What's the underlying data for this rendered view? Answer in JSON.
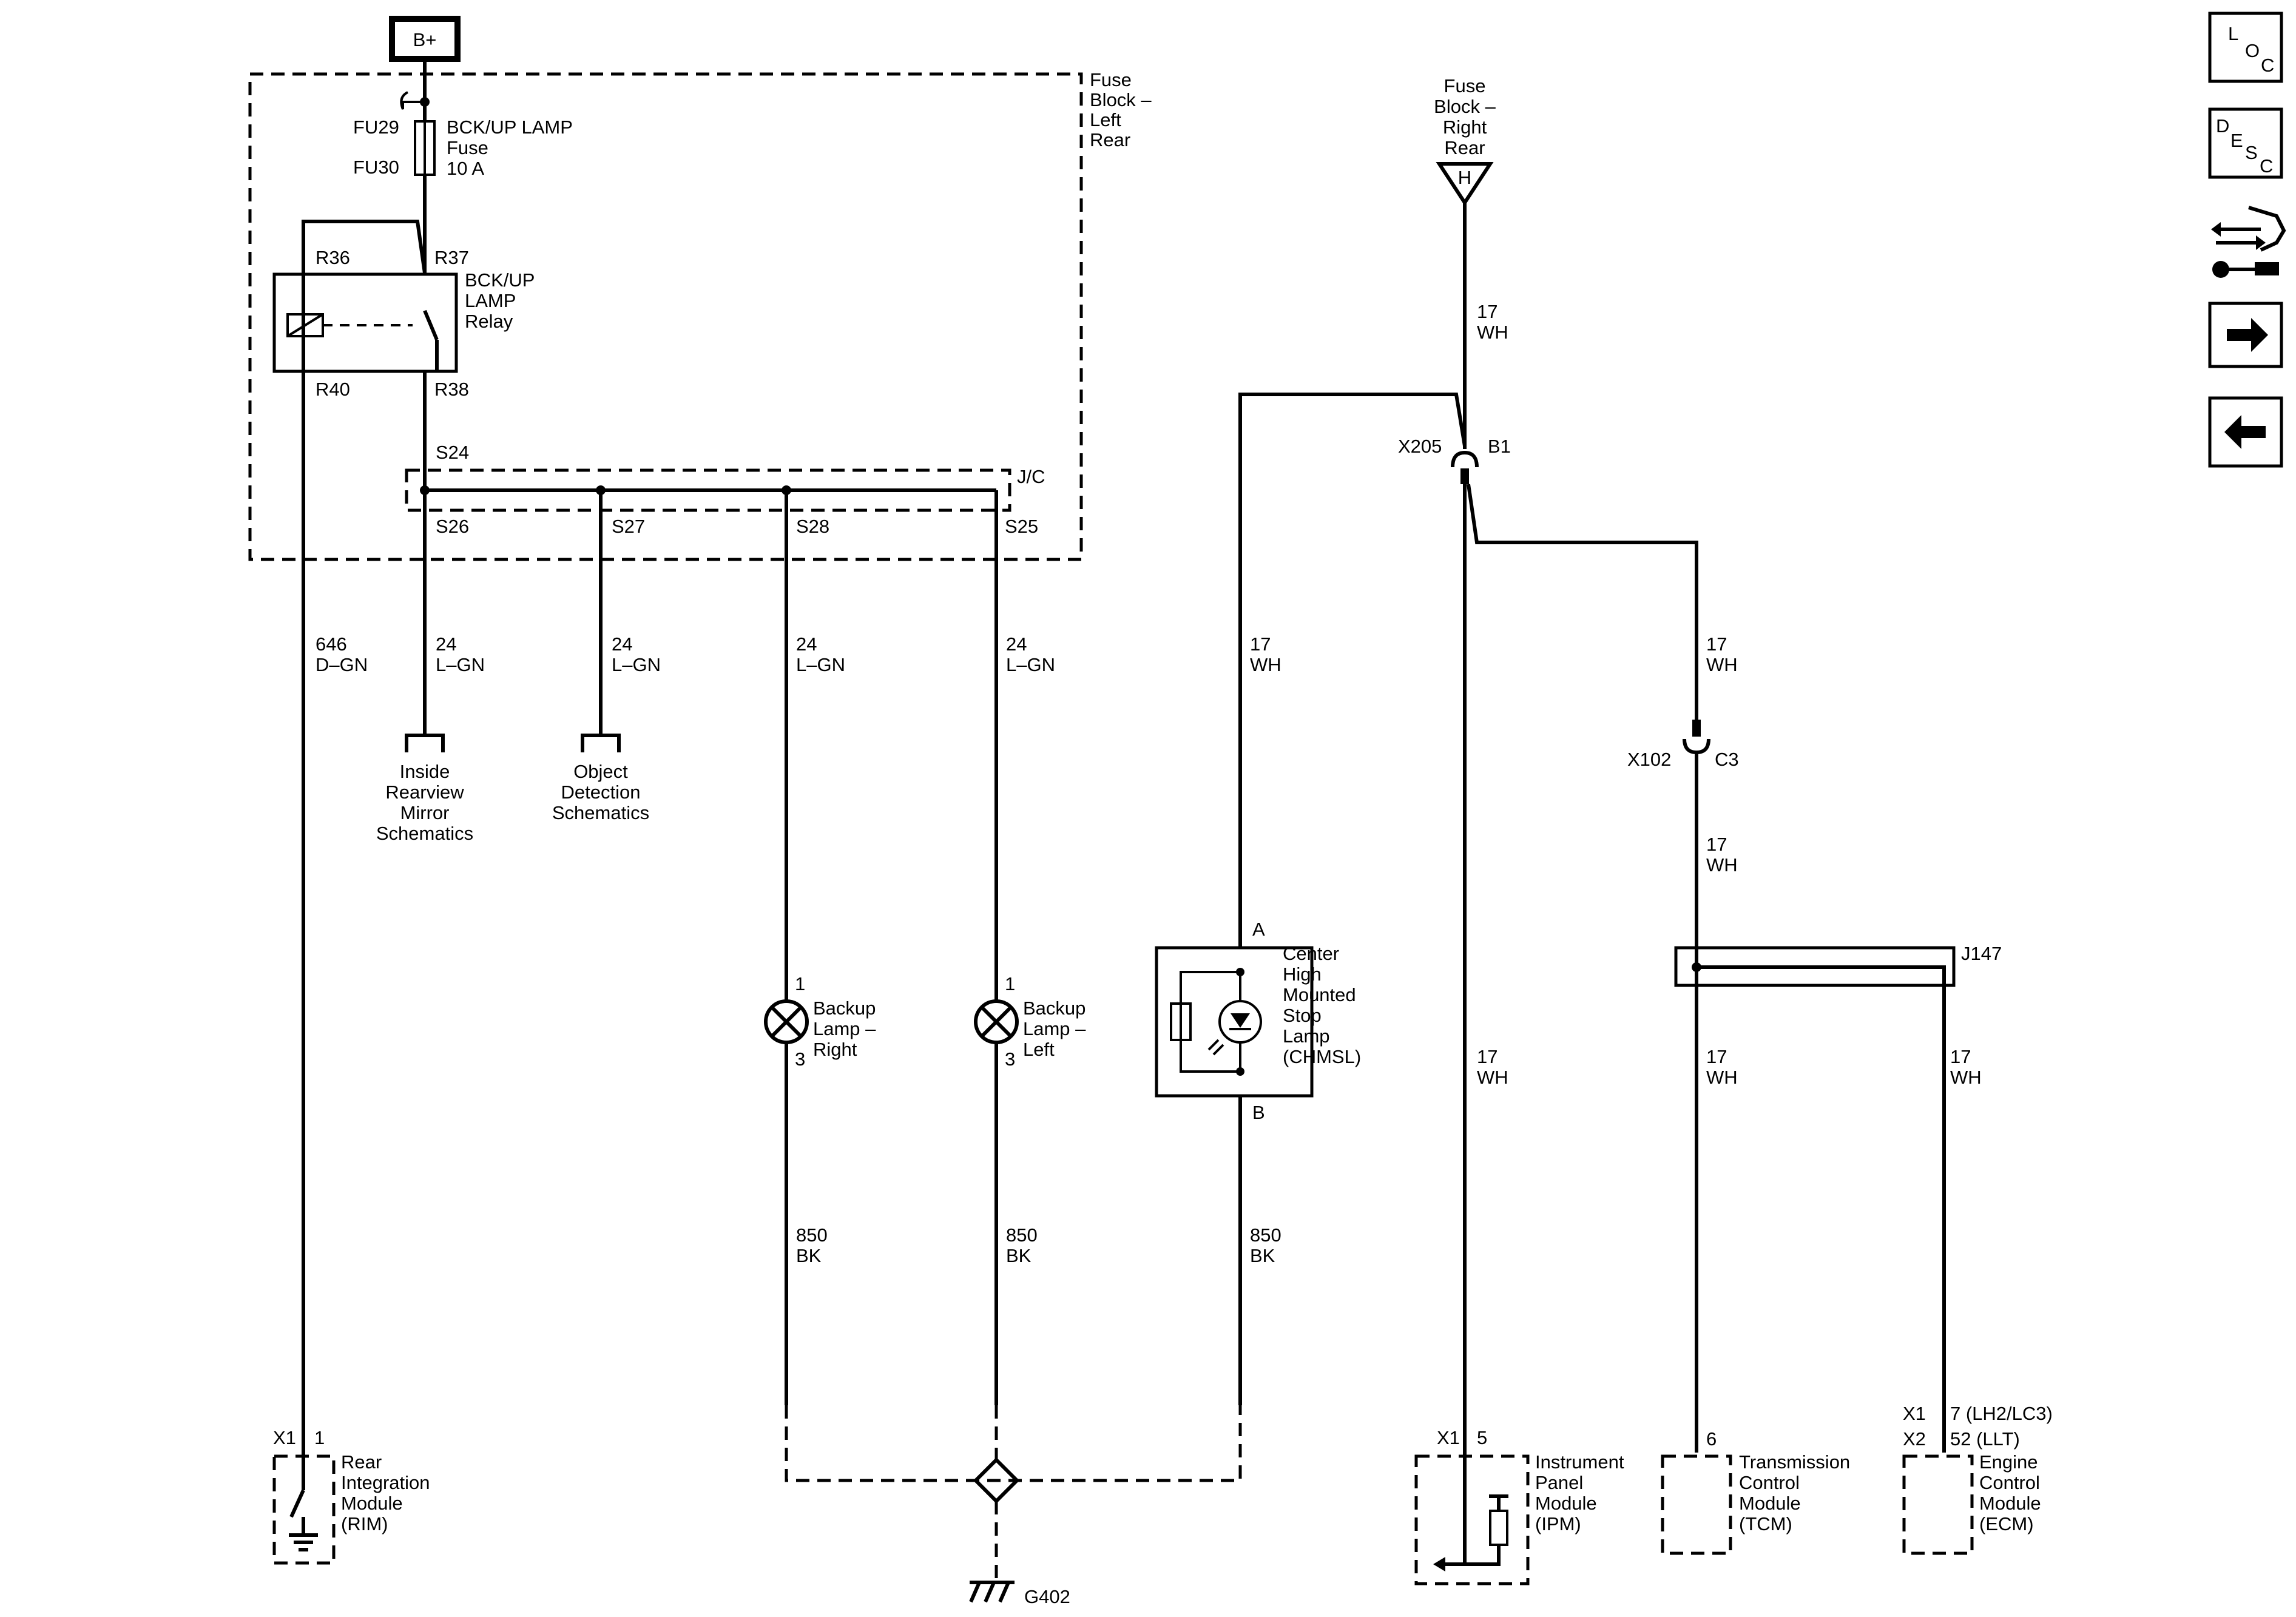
{
  "power": {
    "label": "B+"
  },
  "fuse_block_left": {
    "l1": "Fuse",
    "l2": "Block –",
    "l3": "Left",
    "l4": "Rear"
  },
  "fuse": {
    "fu29": "FU29",
    "fu30": "FU30",
    "l1": "BCK/UP LAMP",
    "l2": "Fuse",
    "l3": "10 A"
  },
  "relay": {
    "r36": "R36",
    "r37": "R37",
    "r40": "R40",
    "r38": "R38",
    "l1": "BCK/UP",
    "l2": "LAMP",
    "l3": "Relay"
  },
  "splice": {
    "s24": "S24",
    "jc": "J/C",
    "s26": "S26",
    "s27": "S27",
    "s28": "S28",
    "s25": "S25"
  },
  "wires": {
    "w646": {
      "num": "646",
      "color": "D–GN"
    },
    "w24a": {
      "num": "24",
      "color": "L–GN"
    },
    "w24b": {
      "num": "24",
      "color": "L–GN"
    },
    "w24c": {
      "num": "24",
      "color": "L–GN"
    },
    "w24d": {
      "num": "24",
      "color": "L–GN"
    },
    "w17a": {
      "num": "17",
      "color": "WH"
    },
    "w17top": {
      "num": "17",
      "color": "WH"
    },
    "w17b": {
      "num": "17",
      "color": "WH"
    },
    "w17c": {
      "num": "17",
      "color": "WH"
    },
    "w17d": {
      "num": "17",
      "color": "WH"
    },
    "w17e": {
      "num": "17",
      "color": "WH"
    },
    "w17f": {
      "num": "17",
      "color": "WH"
    },
    "w850a": {
      "num": "850",
      "color": "BK"
    },
    "w850b": {
      "num": "850",
      "color": "BK"
    },
    "w850c": {
      "num": "850",
      "color": "BK"
    }
  },
  "refs": {
    "mirror": {
      "l1": "Inside",
      "l2": "Rearview",
      "l3": "Mirror",
      "l4": "Schematics"
    },
    "object": {
      "l1": "Object",
      "l2": "Detection",
      "l3": "Schematics"
    }
  },
  "lamp_right": {
    "pin1": "1",
    "pin3": "3",
    "l1": "Backup",
    "l2": "Lamp –",
    "l3": "Right"
  },
  "lamp_left": {
    "pin1": "1",
    "pin3": "3",
    "l1": "Backup",
    "l2": "Lamp –",
    "l3": "Left"
  },
  "chmsl": {
    "pinA": "A",
    "pinB": "B",
    "l1": "Center",
    "l2": "High",
    "l3": "Mounted",
    "l4": "Stop",
    "l5": "Lamp",
    "l6": "(CHMSL)"
  },
  "fuse_block_right": {
    "l1": "Fuse",
    "l2": "Block –",
    "l3": "Right",
    "l4": "Rear",
    "conn": "H"
  },
  "connectors": {
    "x205": "X205",
    "b1": "B1",
    "x102": "X102",
    "c3": "C3",
    "j147": "J147"
  },
  "rim": {
    "x1": "X1",
    "pin": "1",
    "l1": "Rear",
    "l2": "Integration",
    "l3": "Module",
    "l4": "(RIM)"
  },
  "ground": {
    "label": "G402"
  },
  "ipm": {
    "x1": "X1",
    "pin": "5",
    "l1": "Instrument",
    "l2": "Panel",
    "l3": "Module",
    "l4": "(IPM)"
  },
  "tcm": {
    "pin": "6",
    "l1": "Transmission",
    "l2": "Control",
    "l3": "Module",
    "l4": "(TCM)"
  },
  "ecm": {
    "x1": "X1",
    "x2": "X2",
    "pin1": "7 (LH2/LC3)",
    "pin2": "52 (LLT)",
    "l1": "Engine",
    "l2": "Control",
    "l3": "Module",
    "l4": "(ECM)"
  },
  "nav": {
    "loc": [
      "L",
      "O",
      "C"
    ],
    "desc": [
      "D",
      "E",
      "S",
      "C"
    ]
  }
}
